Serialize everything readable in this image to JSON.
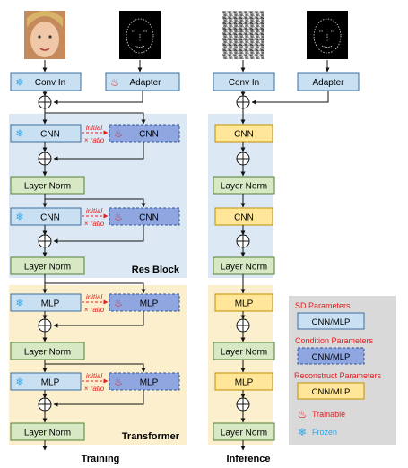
{
  "colors": {
    "sd_fill": "#c9dff2",
    "sd_stroke": "#3a6fa0",
    "cond_fill": "#8fa6e0",
    "cond_stroke": "#2f5597",
    "recon_fill": "#ffe699",
    "recon_stroke": "#bf9000",
    "norm_fill": "#d6e8c4",
    "norm_stroke": "#538135",
    "res_bg": "#dce9f5",
    "trans_bg": "#fcefcd",
    "legend_bg": "#d9d9d9",
    "red": "#e02020",
    "frozen_blue": "#2ea6e8"
  },
  "training": {
    "images": [
      "face-photo",
      "face-landmarks"
    ],
    "conv_in": "Conv In",
    "adapter": "Adapter",
    "cnn": "CNN",
    "mlp": "MLP",
    "layer_norm": "Layer Norm",
    "initial": "initial",
    "ratio": "× ratio",
    "res_block": "Res Block",
    "transformer": "Transformer",
    "caption": "Training"
  },
  "inference": {
    "images": [
      "noise-image",
      "face-landmarks"
    ],
    "conv_in": "Conv In",
    "adapter": "Adapter",
    "cnn": "CNN",
    "mlp": "MLP",
    "layer_norm": "Layer Norm",
    "caption": "Inference"
  },
  "legend": {
    "sd_title": "SD Parameters",
    "sd_box": "CNN/MLP",
    "cond_title": "Condition Parameters",
    "cond_box": "CNN/MLP",
    "recon_title": "Reconstruct Parameters",
    "recon_box": "CNN/MLP",
    "trainable": "Trainable",
    "frozen": "Frozen",
    "icons": [
      "flame-icon",
      "snowflake-icon"
    ]
  }
}
